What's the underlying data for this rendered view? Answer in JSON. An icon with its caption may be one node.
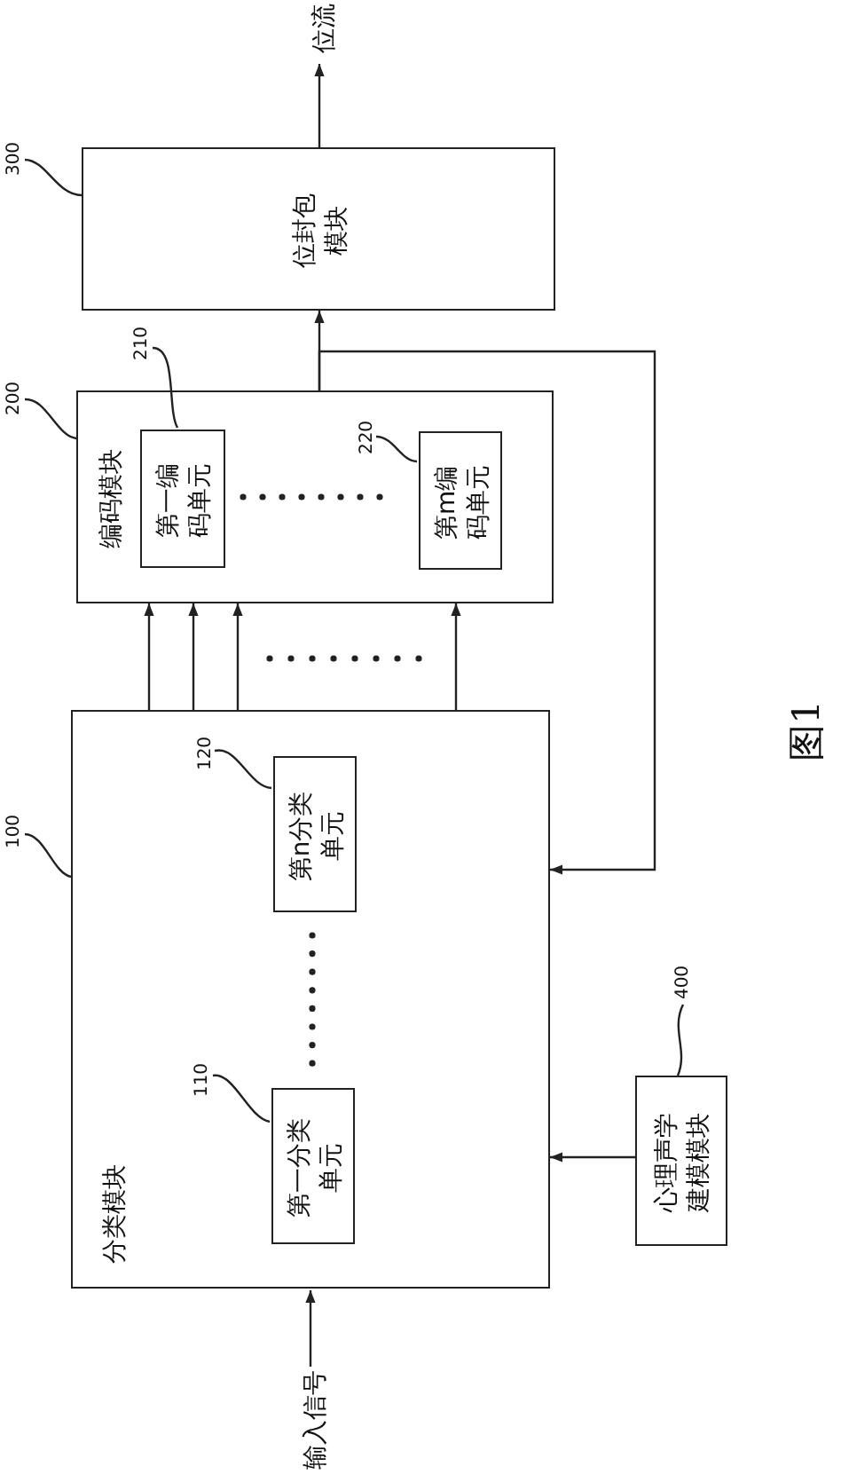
{
  "diagram": {
    "nodes": [
      {
        "text": [
          "分类模块"
        ]
      },
      {
        "text": [
          "第一分类单元"
        ],
        "in": 0
      },
      {
        "text": [
          "第n分类单元"
        ],
        "in": 0
      },
      {
        "text": [
          "编码模块"
        ]
      },
      {
        "text": [
          "第一编码单元"
        ],
        "in": 3
      },
      {
        "text": [
          "第m编码单元"
        ],
        "in": 3
      },
      {
        "text": [
          "位封包模块"
        ]
      },
      {
        "text": [
          "心理声学建模模块"
        ]
      },
      {
        "text": [
          "输入信号"
        ]
      },
      {
        "text": [
          "位流"
        ]
      },
      {
        "text": [
          "100"
        ]
      },
      {
        "text": [
          "110"
        ],
        "in": 0
      },
      {
        "text": [
          "120"
        ],
        "in": 0
      },
      {
        "text": [
          "200"
        ]
      },
      {
        "text": [
          "210"
        ]
      },
      {
        "text": [
          "220"
        ],
        "in": 3
      },
      {
        "text": [
          "300"
        ]
      },
      {
        "text": [
          "400"
        ]
      }
    ],
    "edges": [
      {
        "from": 8,
        "to": 0,
        "arrow": "to"
      },
      {
        "from": 0,
        "to": 3,
        "arrow": "to"
      },
      {
        "from": 0,
        "to": 3,
        "arrow": "to"
      },
      {
        "from": 0,
        "to": 3,
        "arrow": "to"
      },
      {
        "from": 0,
        "to": 3,
        "arrow": "to"
      },
      {
        "from": 3,
        "to": 6,
        "arrow": "to"
      },
      {
        "from": 6,
        "to": 9,
        "arrow": "to"
      },
      {
        "from": 3,
        "to": 0,
        "arrow": "to"
      },
      {
        "from": 7,
        "to": 0,
        "arrow": "to"
      },
      {
        "from": 10,
        "to": 0,
        "arrow": "none"
      },
      {
        "from": 11,
        "to": 1,
        "arrow": "none"
      },
      {
        "from": 12,
        "to": 2,
        "arrow": "none"
      },
      {
        "from": 13,
        "to": 3,
        "arrow": "none"
      },
      {
        "from": 14,
        "to": 4,
        "arrow": "none"
      },
      {
        "from": 15,
        "to": 5,
        "arrow": "none"
      },
      {
        "from": 16,
        "to": 6,
        "arrow": "none"
      },
      {
        "from": 17,
        "to": 7,
        "arrow": "none"
      }
    ],
    "labels": [
      "图1"
    ]
  }
}
